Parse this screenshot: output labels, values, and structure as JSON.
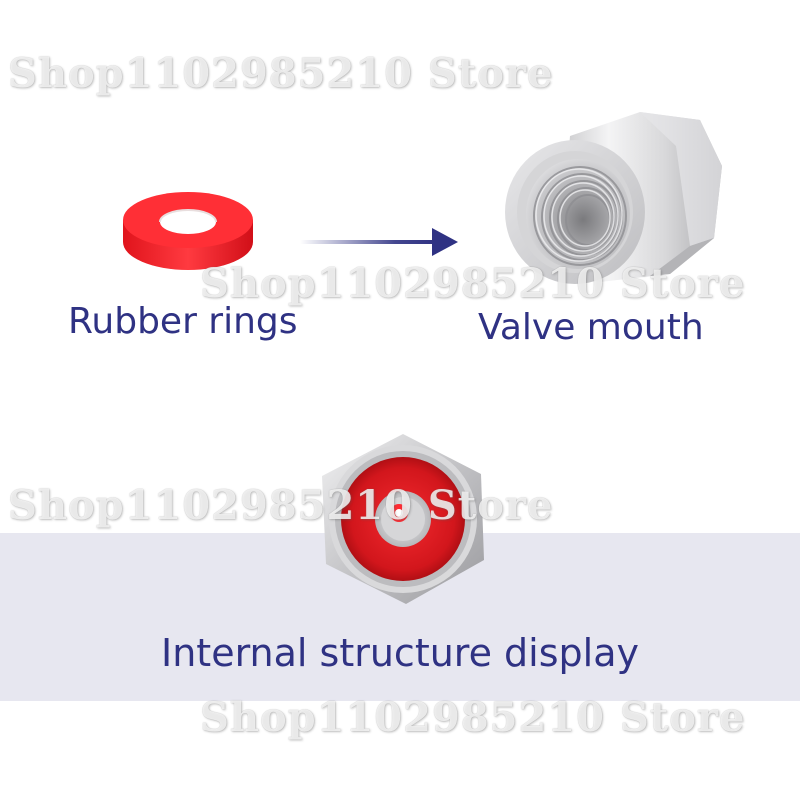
{
  "labels": {
    "rubber_rings": "Rubber rings",
    "valve_mouth": "Valve mouth",
    "internal_structure": "Internal structure display"
  },
  "watermark": "Shop1102985210 Store",
  "icons": {
    "rubber_ring": "red-rubber-washer",
    "arrow": "right-arrow",
    "valve": "hex-valve-nut",
    "internal": "valve-internal-view"
  },
  "colors": {
    "label_text": "#2f3283",
    "arrow": "#2f3283",
    "rubber": "#f01c25",
    "band": "#e7e7f0"
  }
}
